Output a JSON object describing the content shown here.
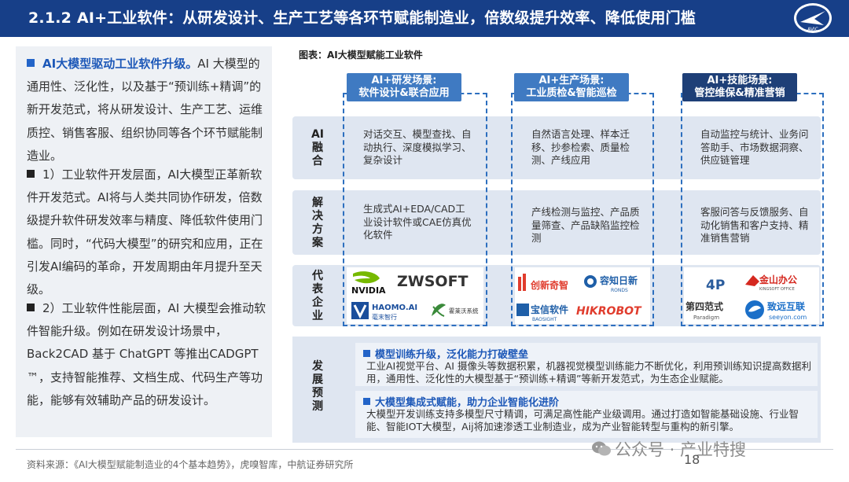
{
  "header": {
    "title": "2.1.2 AI+工业软件：从研发设计、生产工艺等各环节赋能制造业，倍数级提升效率、降低使用门槛",
    "logo": "AVIC"
  },
  "left": {
    "p1_head": "AI大模型驱动工业软件升级。",
    "p1_body": "AI 大模型的通用性、泛化性，以及基于“预训练+精调”的新开发范式，将从研发设计、生产工艺、运维质控、销售客服、组织协同等各个环节赋能制造业。",
    "p2": "1）工业软件开发层面，AI大模型正革新软件开发范式。AI将与人类共同协作研发，倍数级提升软件研发效率与精度、降低软件使用门槛。同时，“代码大模型”的研究和应用，正在引发AI编码的革命，开发周期由年月提升至天级。",
    "p3": "2）工业软件性能层面，AI 大模型会推动软件智能升级。例如在研发设计场景中，Back2CAD 基于 ChatGPT 等推出CADGPT ™，支持智能推荐、文档生成、代码生产等功能，能够有效辅助产品的研发设计。"
  },
  "figure": {
    "title": "图表：AI大模型赋能工业软件",
    "scenes": [
      {
        "line1": "AI+研发场景:",
        "line2": "软件设计&联合应用"
      },
      {
        "line1": "AI+生产场景:",
        "line2": "工业质检&智能巡检"
      },
      {
        "line1": "AI+技能场景:",
        "line2": "管控维保&精准营销"
      }
    ],
    "rows": {
      "ai_fusion": {
        "label": "AI融合",
        "cells": [
          "对话交互、模型查找、自动执行、深度模拟学习、复杂设计",
          "自然语言处理、样本迁移、抄参检索、质量检测、产线应用",
          "自动监控与统计、业务问答助手、市场数据洞察、供应链管理"
        ]
      },
      "solution": {
        "label": "解决方案",
        "cells": [
          "生成式AI+EDA/CAD工业设计软件或CAE仿真优化软件",
          "产线检测与监控、产品质量筛查、产品缺陷监控检测",
          "客服问答与反馈服务、自动化销售和客户支持、精准销售营销"
        ]
      },
      "companies": {
        "label": "代表企业",
        "col1": [
          "NVIDIA",
          "ZWSOFT",
          "HAOMO.AI",
          "毫末智行",
          "霍莱沃系统"
        ],
        "col2": [
          "创新奇智",
          "容知日新",
          "RONDS",
          "宝信软件",
          "BAOSIGHT",
          "HIKROBOT"
        ],
        "col3": [
          "4P",
          "金山办公",
          "KINGSOFT OFFICE",
          "第四范式",
          "Paradigm",
          "致远互联",
          "seeyon.com"
        ]
      }
    },
    "dev": {
      "label": "发展预测",
      "h1": "模型训练升级，泛化能力打破壁垒",
      "t1": "工业AI视觉平台、AI 摄像头等数据积累，机器视觉模型训练能力不断优化，利用预训练知识提高数据利用，通用性、泛化性的大模型基于“预训练+精调”等新开发范式，为生态企业赋能。",
      "h2": "大模型集成式赋能，助力企业智能化进阶",
      "t2": "大模型开发训练支持多模型尺寸精调，可满足高性能产业级调用。通过打造如智能基础设施、行业智能、智能IOT大模型，Aij将加速渗透工业制造业，成为产业智能转型与重构的新引擎。"
    }
  },
  "footer": {
    "source": "资料来源：《AI大模型赋能制造业的4个基本趋势》，虎嗅智库，中航证券研究所",
    "page": "18",
    "watermark": "公众号 · 产业特搜"
  }
}
